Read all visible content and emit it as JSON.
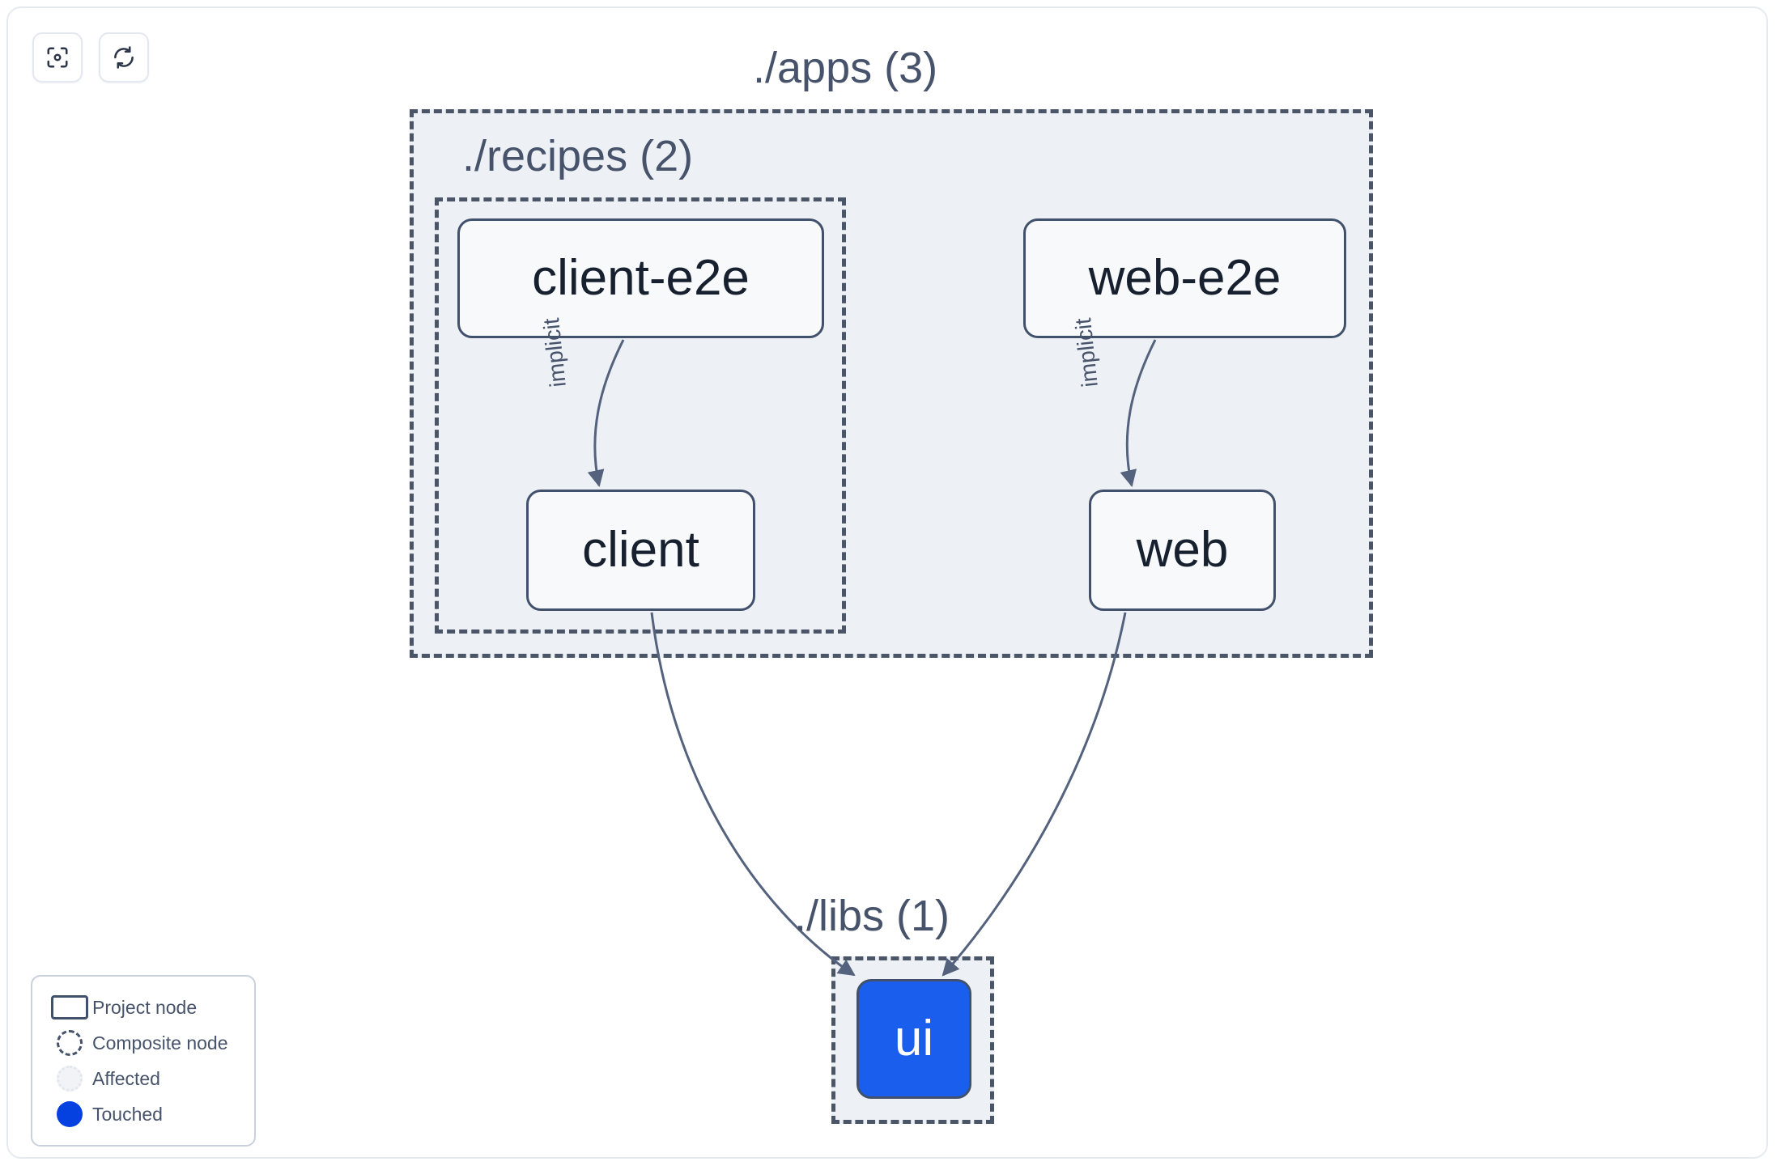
{
  "toolbar": {
    "buttons": [
      {
        "name": "focus-graph-button",
        "icon": "focus-target-icon",
        "label": ""
      },
      {
        "name": "refresh-graph-button",
        "icon": "refresh-icon",
        "label": ""
      }
    ]
  },
  "graph": {
    "groups": [
      {
        "id": "apps",
        "label": "./apps (3)",
        "count": 3
      },
      {
        "id": "recipes",
        "label": "./recipes (2)",
        "count": 2
      },
      {
        "id": "libs",
        "label": "./libs (1)",
        "count": 1
      }
    ],
    "nodes": [
      {
        "id": "client-e2e",
        "label": "client-e2e",
        "group": "recipes",
        "state": "default"
      },
      {
        "id": "client",
        "label": "client",
        "group": "recipes",
        "state": "default"
      },
      {
        "id": "web-e2e",
        "label": "web-e2e",
        "group": "apps",
        "state": "default"
      },
      {
        "id": "web",
        "label": "web",
        "group": "apps",
        "state": "default"
      },
      {
        "id": "ui",
        "label": "ui",
        "group": "libs",
        "state": "touched"
      }
    ],
    "edges": [
      {
        "from": "client-e2e",
        "to": "client",
        "label": "implicit"
      },
      {
        "from": "web-e2e",
        "to": "web",
        "label": "implicit"
      },
      {
        "from": "client",
        "to": "ui",
        "label": ""
      },
      {
        "from": "web",
        "to": "ui",
        "label": ""
      }
    ]
  },
  "legend": {
    "items": [
      {
        "swatch": "project-node-swatch",
        "label": "Project node"
      },
      {
        "swatch": "composite-node-swatch",
        "label": "Composite node"
      },
      {
        "swatch": "affected-swatch",
        "label": "Affected"
      },
      {
        "swatch": "touched-swatch",
        "label": "Touched"
      }
    ]
  },
  "colors": {
    "touched": "#0540e0",
    "node_touched_fill": "#1a5eed",
    "node_stroke": "#41506b",
    "group_fill": "#edf0f5",
    "group_stroke": "#4a5568",
    "text": "#46536b",
    "node_text": "#17202e"
  }
}
